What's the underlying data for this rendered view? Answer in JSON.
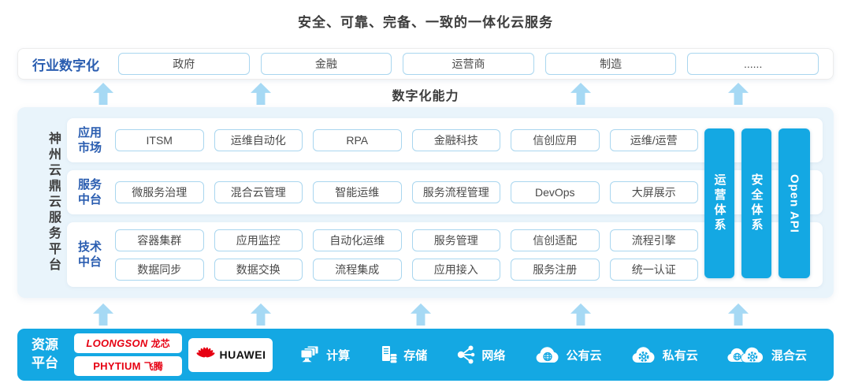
{
  "title": "安全、可靠、完备、一致的一体化云服务",
  "industry": {
    "label": "行业数字化",
    "items": [
      "政府",
      "金融",
      "运营商",
      "制造",
      "......"
    ]
  },
  "capability_label": "数字化能力",
  "platform": {
    "name": "神州云鼎云服务平台",
    "rows": [
      {
        "label": "应用市场",
        "items": [
          "ITSM",
          "运维自动化",
          "RPA",
          "金融科技",
          "信创应用",
          "运维/运营"
        ]
      },
      {
        "label": "服务中台",
        "items": [
          "微服务治理",
          "混合云管理",
          "智能运维",
          "服务流程管理",
          "DevOps",
          "大屏展示"
        ]
      },
      {
        "label": "技术中台",
        "items": [
          [
            "容器集群",
            "应用监控",
            "自动化运维",
            "服务管理",
            "信创适配",
            "流程引擎"
          ],
          [
            "数据同步",
            "数据交换",
            "流程集成",
            "应用接入",
            "服务注册",
            "统一认证"
          ]
        ]
      }
    ],
    "pillars": [
      "运营体系",
      "安全体系",
      "Open API"
    ]
  },
  "resources": {
    "label": "资源平台",
    "vendors": {
      "loongson_en": "LOONGSON",
      "loongson_zh": "龙芯",
      "phytium_en": "PHYTIUM",
      "phytium_zh": "飞腾",
      "huawei": "HUAWEI"
    },
    "services": [
      {
        "name": "计算"
      },
      {
        "name": "存储"
      },
      {
        "name": "网络"
      },
      {
        "name": "公有云"
      },
      {
        "name": "私有云"
      },
      {
        "name": "混合云"
      }
    ]
  },
  "colors": {
    "cyan": "#14a8e3",
    "arrow_blue": "#a6d9f4",
    "blue_text": "#2a5db0",
    "item_border": "#a9d6ef",
    "platform_bg": "#e9f4fb",
    "vendor_red": "#e60012"
  }
}
